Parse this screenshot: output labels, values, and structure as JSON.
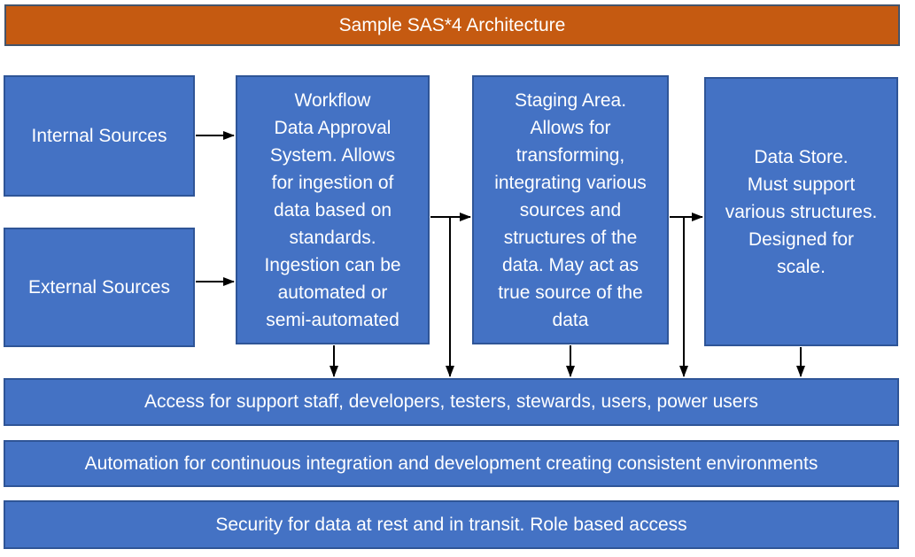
{
  "title": {
    "label": "Sample SAS*4 Architecture"
  },
  "colors": {
    "box_fill": "#4472C4",
    "box_border": "#2F5597",
    "title_fill": "#C55A11",
    "title_border": "#44546A",
    "text": "#FFFFFF",
    "arrow": "#000000"
  },
  "boxes": {
    "internal_sources": {
      "label": "Internal Sources"
    },
    "external_sources": {
      "label": "External Sources"
    },
    "workflow": {
      "label": "Workflow\nData Approval\nSystem.  Allows\nfor ingestion of\ndata based on\nstandards.\nIngestion can be\nautomated or\nsemi-automated"
    },
    "staging": {
      "label": "Staging Area.\nAllows for\ntransforming,\nintegrating various\nsources and\nstructures of the\ndata.  May act as\ntrue source of the\ndata"
    },
    "data_store": {
      "label": "Data Store.\nMust support\nvarious structures.\nDesigned for\nscale."
    }
  },
  "bars": {
    "access": {
      "label": "Access for support staff, developers, testers, stewards, users, power users"
    },
    "automation": {
      "label": "Automation for continuous integration and development creating consistent environments"
    },
    "security": {
      "label": "Security for data at rest and in transit.  Role based access"
    }
  },
  "connections": [
    {
      "from": "internal_sources",
      "to": "workflow"
    },
    {
      "from": "external_sources",
      "to": "workflow"
    },
    {
      "from": "workflow",
      "to": "staging"
    },
    {
      "from": "staging",
      "to": "data_store"
    },
    {
      "from": "workflow",
      "to": "access_bar"
    },
    {
      "from": "workflow_staging_link",
      "to": "access_bar"
    },
    {
      "from": "staging",
      "to": "access_bar"
    },
    {
      "from": "staging_data_store_link",
      "to": "access_bar"
    },
    {
      "from": "data_store",
      "to": "access_bar"
    }
  ]
}
